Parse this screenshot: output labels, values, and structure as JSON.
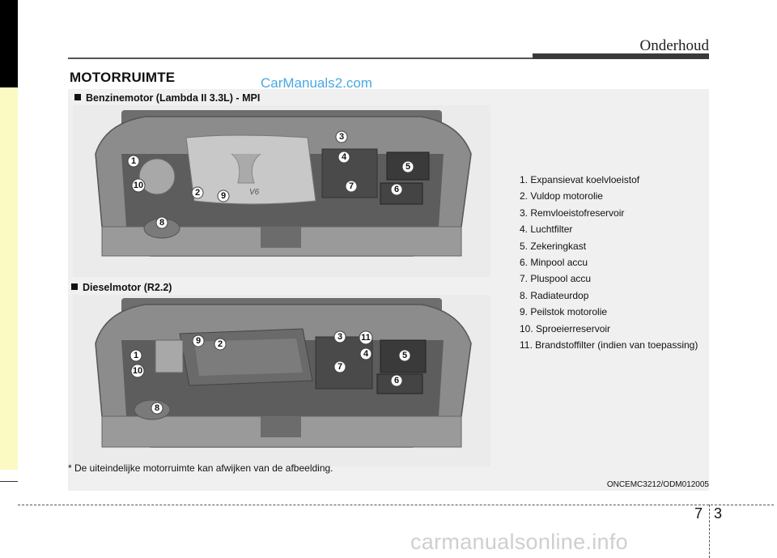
{
  "header": {
    "section": "Onderhoud"
  },
  "page": {
    "title": "MOTORRUIMTE",
    "chapter": "7",
    "number": "3"
  },
  "watermarks": {
    "top": "CarManuals2.com",
    "bottom": "carmanualsonline.info"
  },
  "figures": {
    "petrol": {
      "caption": "Benzinemotor (Lambda II 3.3L) - MPI",
      "engine_badge": "V6"
    },
    "diesel": {
      "caption": "Dieselmotor  (R2.2)"
    }
  },
  "legend": [
    "1. Expansievat koelvloeistof",
    "2. Vuldop motorolie",
    "3. Remvloeistofreservoir",
    "4. Luchtfilter",
    "5. Zekeringkast",
    "6. Minpool accu",
    "7. Pluspool accu",
    "8. Radiateurdop",
    "9. Peilstok motorolie",
    "10. Sproeierreservoir",
    "11. Brandstoffilter (indien van toepassing)"
  ],
  "footnote": "* De uiteindelijke motorruimte kan afwijken van de afbeelding.",
  "image_code": "ONCEMC3212/ODM012005",
  "colors": {
    "sidebar_top": "#000000",
    "sidebar_bottom": "#fafac2",
    "panel": "#f0f0f0",
    "watermark_top": "#4aa8e0"
  }
}
